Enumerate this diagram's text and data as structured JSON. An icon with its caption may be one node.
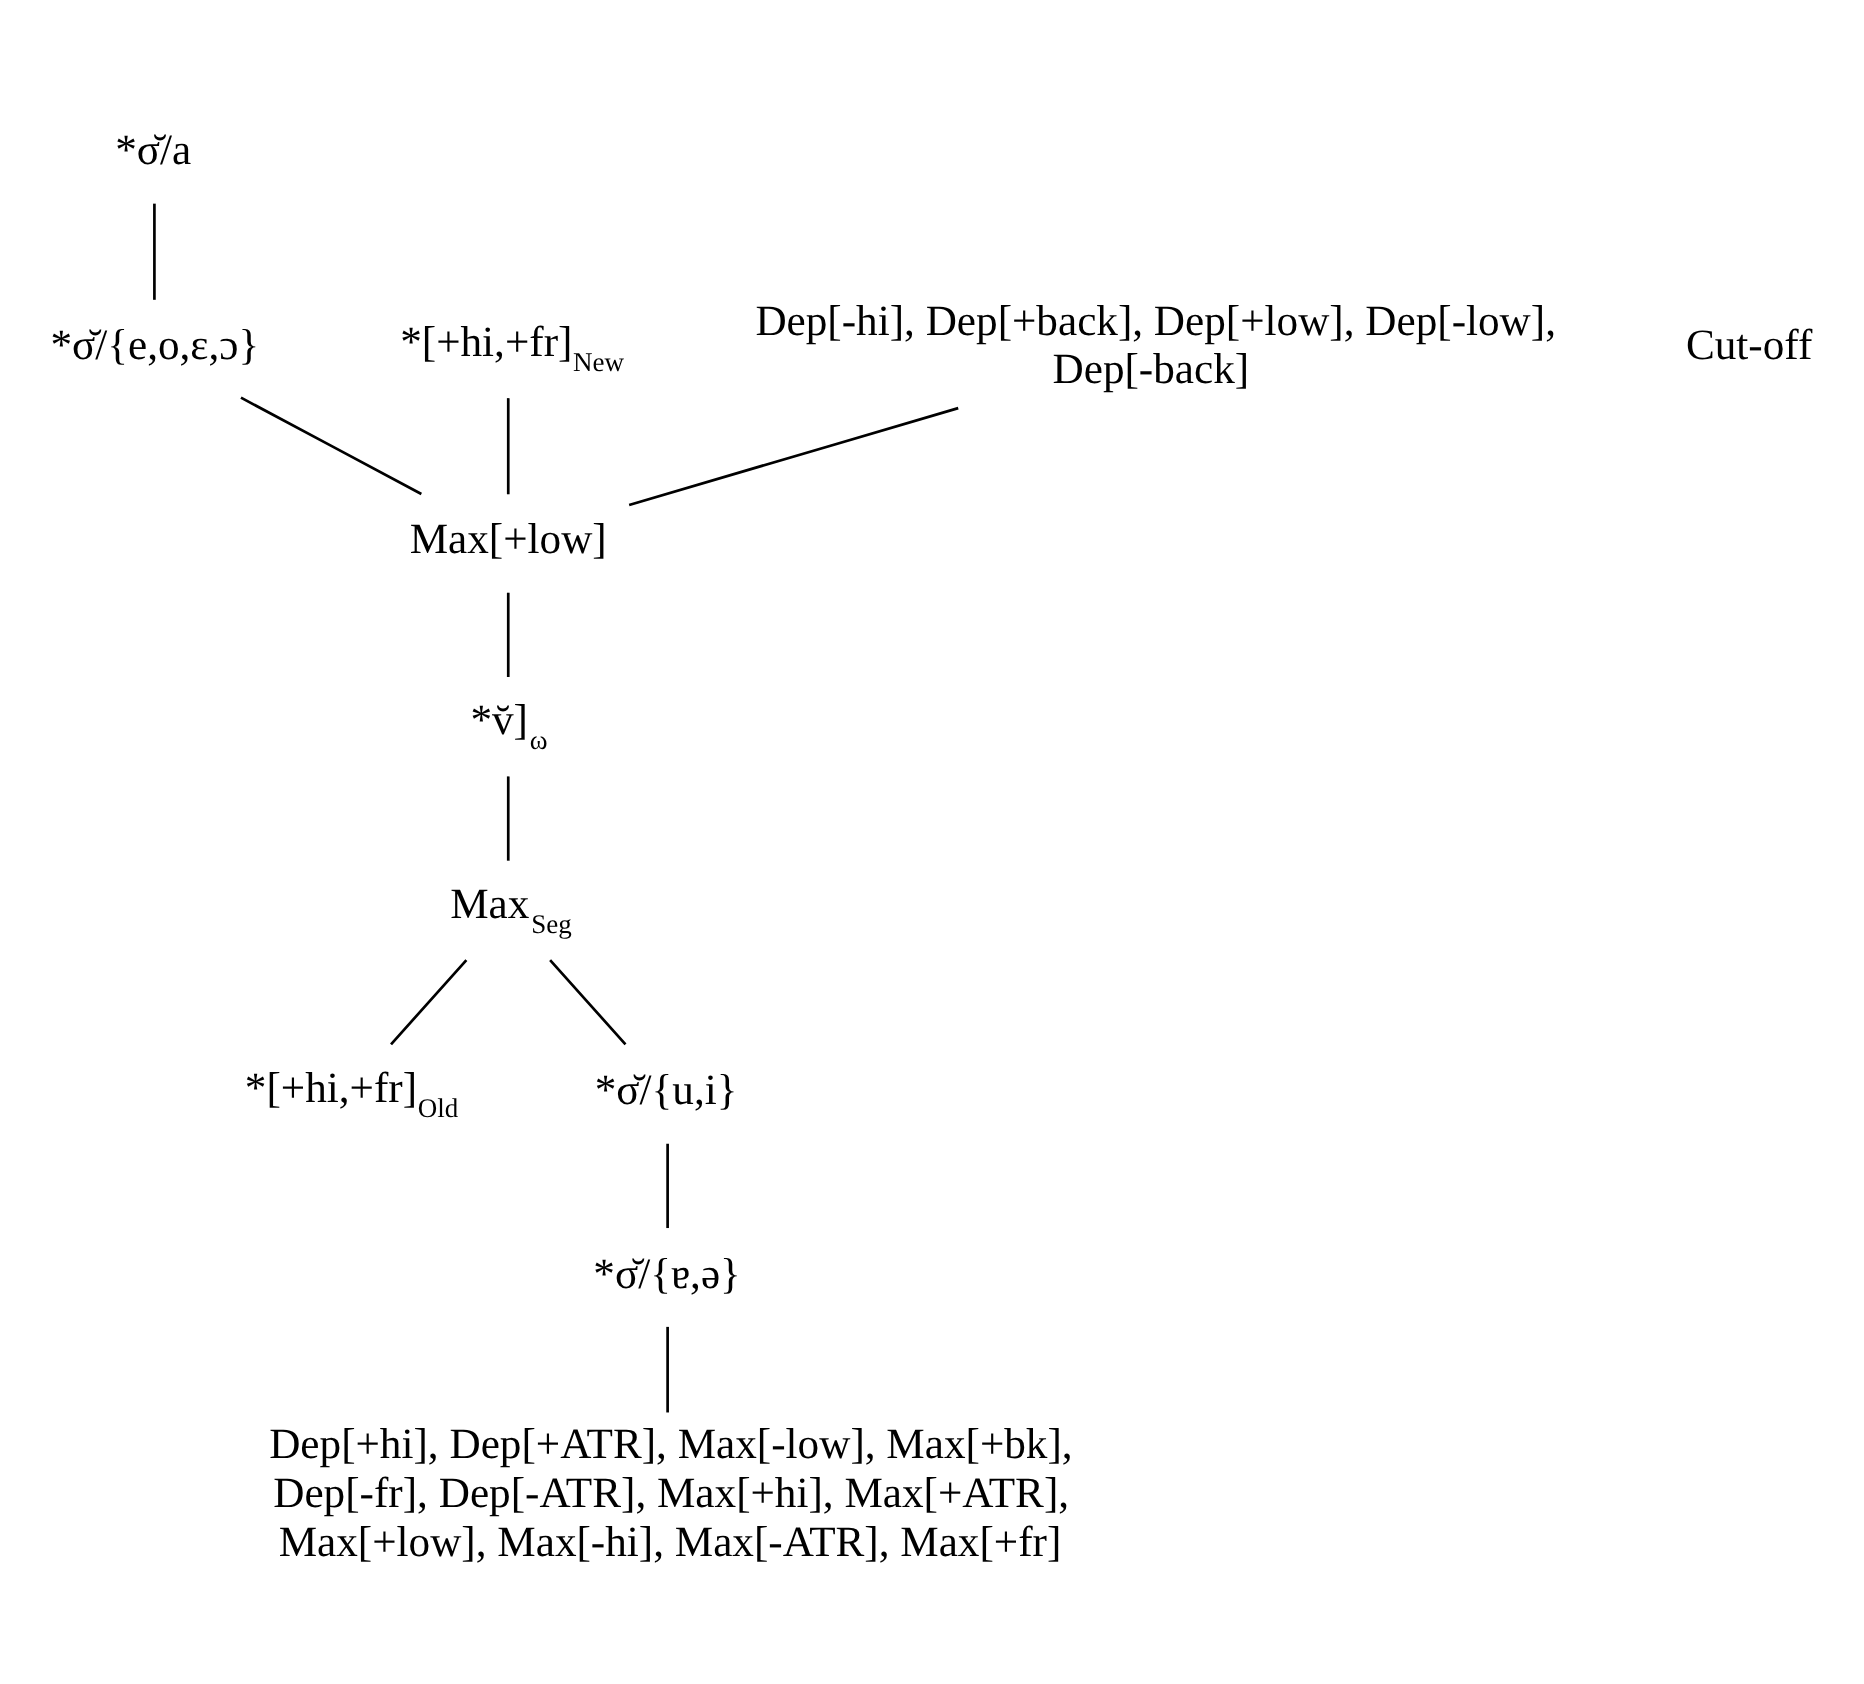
{
  "diagram": {
    "nodes": [
      {
        "text": [
          "*σ̆/a"
        ]
      },
      {
        "text": [
          "*[+hi,+fr]$_{New}$"
        ]
      },
      {
        "text": [
          "*σ̆/{e,o,ɛ,ɔ}"
        ]
      },
      {
        "text": [
          "Dep[-hi], Dep[+back], Dep[+low], Dep[-low], Dep[-back]"
        ]
      },
      {
        "text": [
          "Max[+low]"
        ]
      },
      {
        "text": [
          "*v̆]$_{ω}$"
        ]
      },
      {
        "text": [
          "Max$_{Seg}$"
        ]
      },
      {
        "text": [
          "*[+hi,+fr]$_{Old}$"
        ]
      },
      {
        "text": [
          "*σ̆/{u,i}"
        ]
      },
      {
        "text": [
          "*σ̆/{ɐ,ə}"
        ]
      },
      {
        "text": [
          "Dep[+hi], Dep[+ATR], Max[-low], Max[+bk], Dep[-fr], Dep[-ATR], Max[+hi], Max[+ATR], Max[+low], Max[-hi], Max[-ATR], Max[+fr]"
        ]
      }
    ],
    "edges": [
      {
        "from": 0,
        "to": 2,
        "arrow": "none"
      },
      {
        "from": 1,
        "to": 4,
        "arrow": "none"
      },
      {
        "from": 2,
        "to": 4,
        "arrow": "none"
      },
      {
        "from": 3,
        "to": 4,
        "arrow": "none"
      },
      {
        "from": 4,
        "to": 5,
        "arrow": "none"
      },
      {
        "from": 5,
        "to": 6,
        "arrow": "none"
      },
      {
        "from": 6,
        "to": 7,
        "arrow": "none"
      },
      {
        "from": 6,
        "to": 8,
        "arrow": "none"
      },
      {
        "from": 8,
        "to": 9,
        "arrow": "none"
      },
      {
        "from": 9,
        "to": 10,
        "arrow": "none"
      }
    ],
    "labels": [
      "Cut-off"
    ]
  }
}
